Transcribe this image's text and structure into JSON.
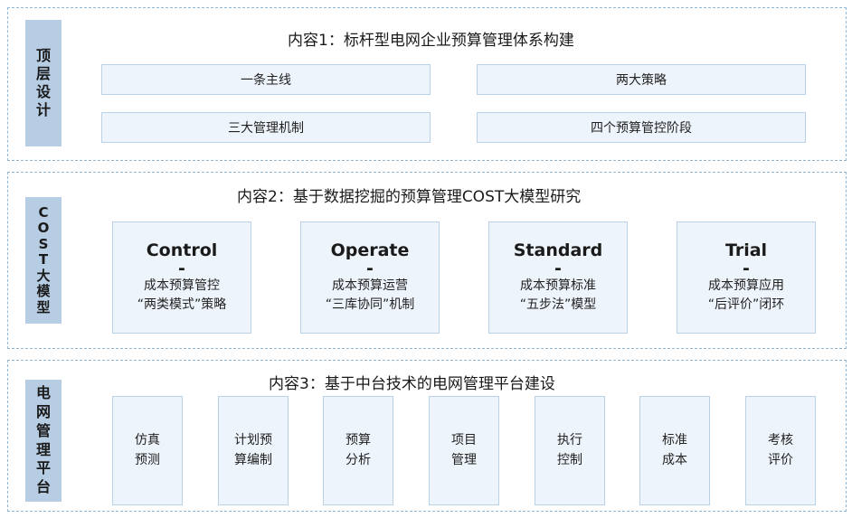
{
  "section1": {
    "side_chars": [
      "顶",
      "层",
      "设",
      "计"
    ],
    "title": "内容1：标杆型电网企业预算管理体系构建",
    "items": [
      "一条主线",
      "两大策略",
      "三大管理机制",
      "四个预算管控阶段"
    ]
  },
  "section2": {
    "side_chars": [
      "C",
      "O",
      "S",
      "T",
      "大",
      "模",
      "型"
    ],
    "title": "内容2：基于数据挖掘的预算管理COST大模型研究",
    "cards": [
      {
        "en": "Control",
        "dash": "-",
        "line1": "成本预算管控",
        "line2": "“两类模式”策略"
      },
      {
        "en": "Operate",
        "dash": "-",
        "line1": "成本预算运营",
        "line2": "“三库协同”机制"
      },
      {
        "en": "Standard",
        "dash": "-",
        "line1": "成本预算标准",
        "line2": "“五步法”模型"
      },
      {
        "en": "Trial",
        "dash": "-",
        "line1": "成本预算应用",
        "line2": "“后评价”闭环"
      }
    ]
  },
  "section3": {
    "side_chars": [
      "电",
      "网",
      "管",
      "理",
      "平",
      "台"
    ],
    "title": "内容3：基于中台技术的电网管理平台建设",
    "modules": [
      {
        "line1": "仿真",
        "line2": "预测"
      },
      {
        "line1": "计划预",
        "line2": "算编制"
      },
      {
        "line1": "预算",
        "line2": "分析"
      },
      {
        "line1": "项目",
        "line2": "管理"
      },
      {
        "line1": "执行",
        "line2": "控制"
      },
      {
        "line1": "标准",
        "line2": "成本"
      },
      {
        "line1": "考核",
        "line2": "评价"
      }
    ]
  }
}
